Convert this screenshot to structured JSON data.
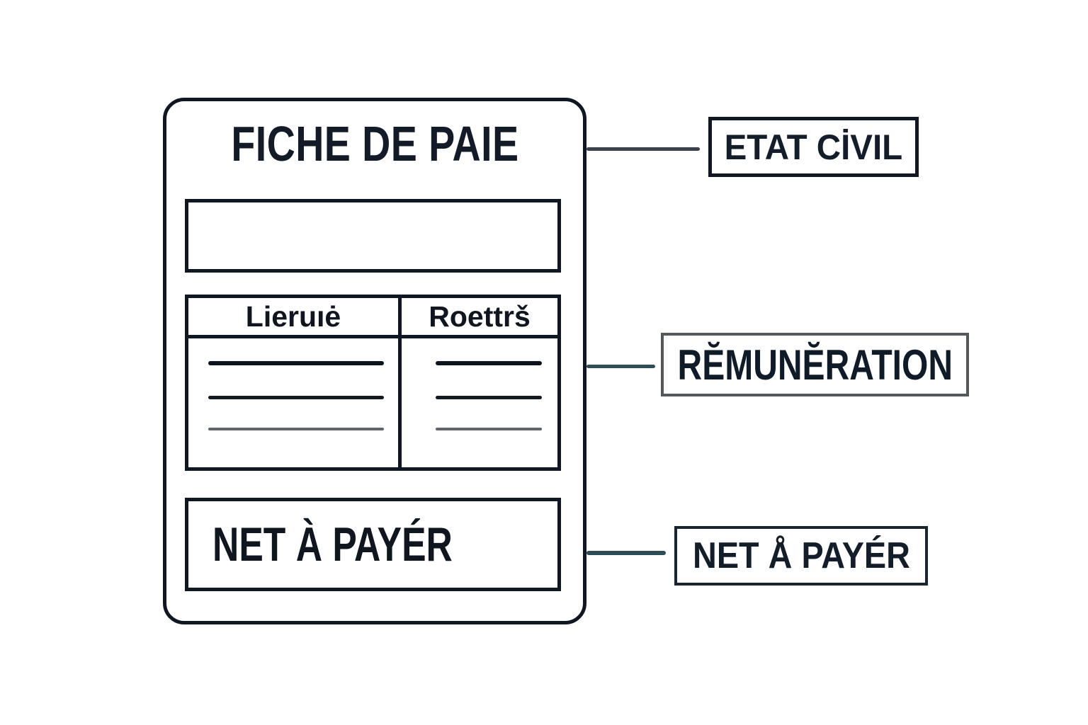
{
  "diagram": {
    "description_role": "schematic of a French payslip with three annotated sections",
    "document": {
      "title": "FICHE DE PAIE",
      "table": {
        "headers": [
          "Lieruıė",
          "Roettrš"
        ],
        "placeholder_rows_per_column": 3
      },
      "net_label": "NET À PAYÉR"
    },
    "annotations": [
      {
        "label": "ETAT CİVIL"
      },
      {
        "label": "RĔMUNĔRATION"
      },
      {
        "label": "NET Å PAYÉR"
      }
    ]
  },
  "colors": {
    "background": "#ffffff",
    "ink": "#10161f",
    "document_border": "#0f1722",
    "connector_gray": "#3a4149",
    "connector_teal": "#2e4d57",
    "placeholder_line_dark": "#0d141d",
    "placeholder_line_gray": "#62666b",
    "remuneration_border": "#54575b",
    "net_label_border": "#182430"
  }
}
